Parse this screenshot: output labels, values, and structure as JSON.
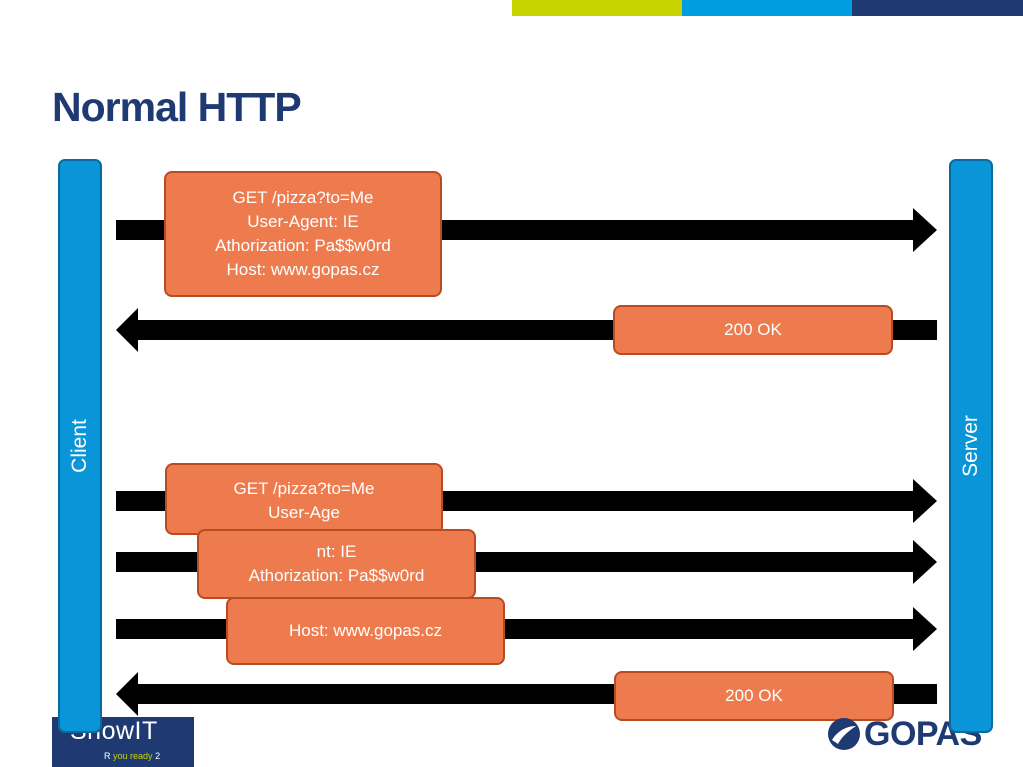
{
  "page": {
    "title": "Normal HTTP",
    "accent_colors": [
      "#c8d400",
      "#009ee0",
      "#1f3a73"
    ]
  },
  "actors": {
    "client_label": "Client",
    "server_label": "Server"
  },
  "section1": {
    "request_lines": [
      "GET /pizza?to=Me",
      "User-Agent: IE",
      "Athorization: Pa$$w0rd",
      "Host: www.gopas.cz"
    ],
    "response": "200 OK"
  },
  "section2": {
    "fragment1_lines": [
      "GET /pizza?to=Me",
      "User-Age"
    ],
    "fragment2_lines": [
      "nt: IE",
      "Athorization: Pa$$w0rd"
    ],
    "fragment3_lines": [
      "Host: www.gopas.cz"
    ],
    "response": "200 OK"
  },
  "logos": {
    "showit_brand": "ShowIT",
    "showit_tag_r": "R",
    "showit_tag_mid": "you ready",
    "showit_tag_num": "2",
    "gopas_brand": "GOPAS"
  }
}
